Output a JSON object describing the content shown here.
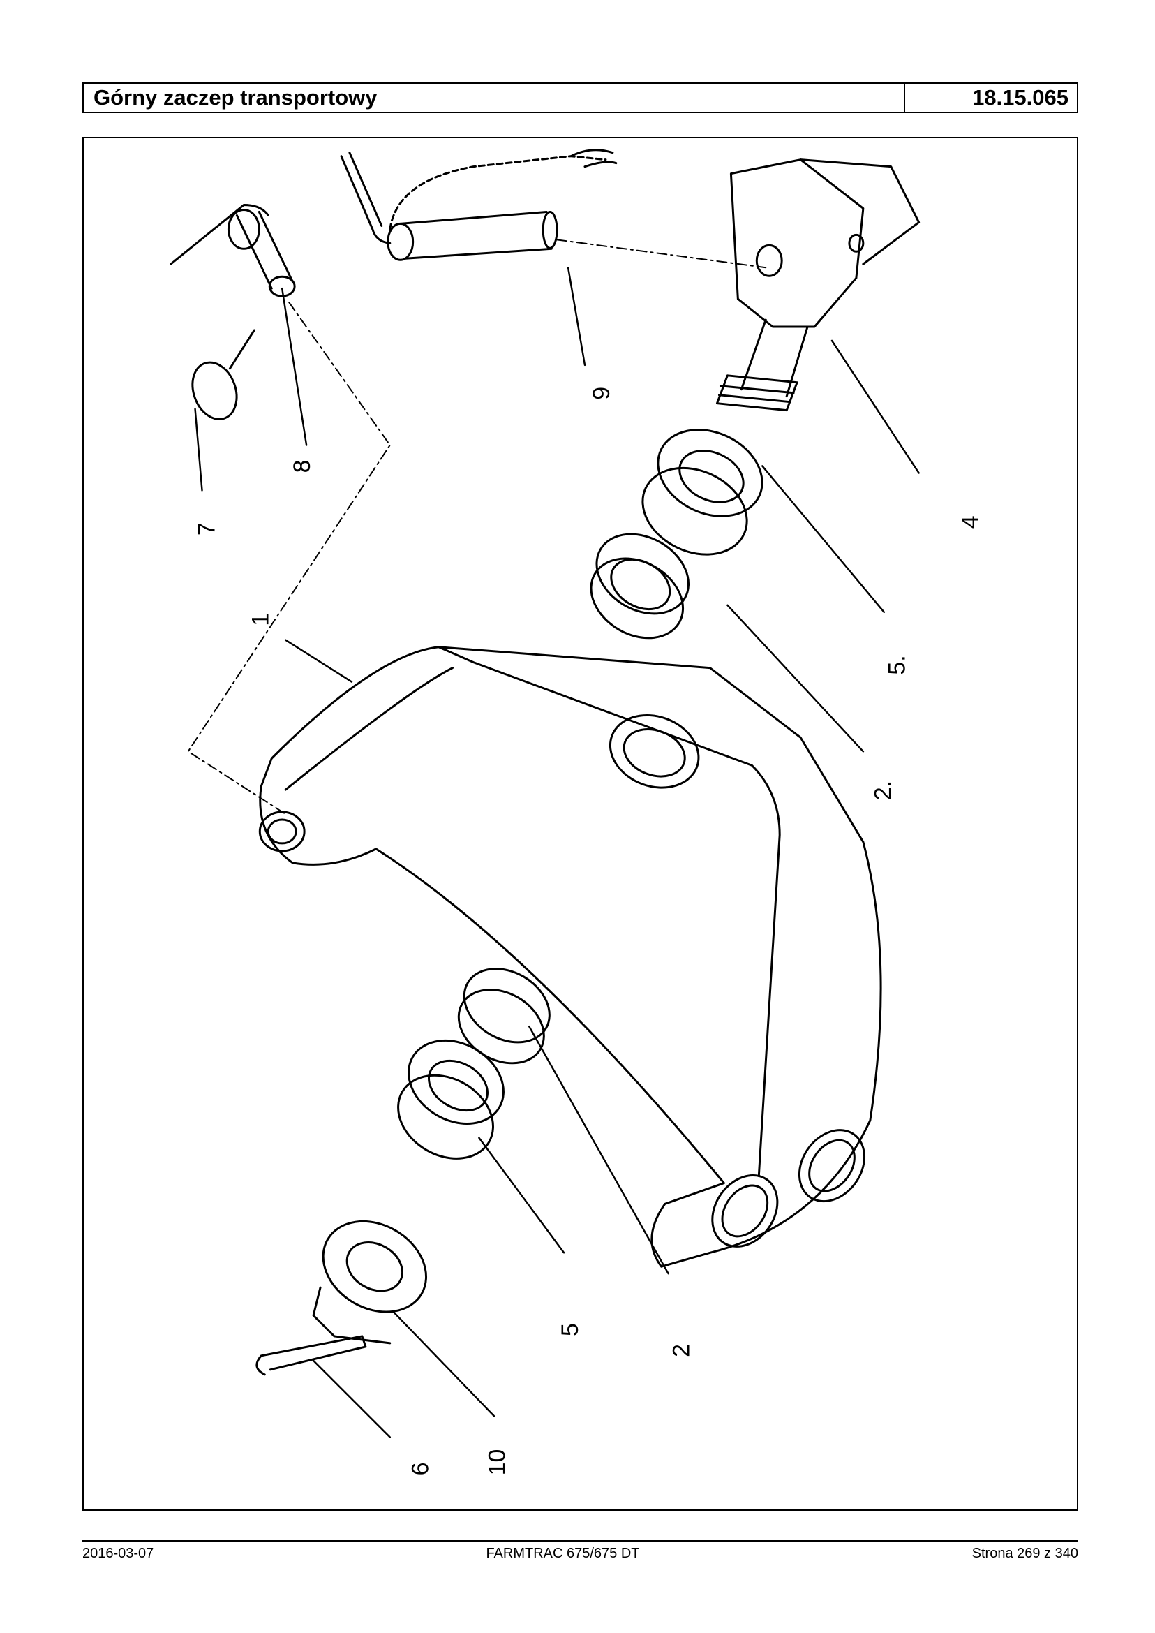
{
  "header": {
    "title": "Górny zaczep transportowy",
    "code": "18.15.065"
  },
  "figure": {
    "callouts": {
      "c1": "1",
      "c2a": "2",
      "c2b": "2.",
      "c4": "4",
      "c5a": "5",
      "c5b": "5.",
      "c6": "6",
      "c7": "7",
      "c8": "8",
      "c9": "9",
      "c10": "10"
    }
  },
  "footer": {
    "date": "2016-03-07",
    "model": "FARMTRAC 675/675 DT",
    "page": "Strona 269 z 340"
  }
}
